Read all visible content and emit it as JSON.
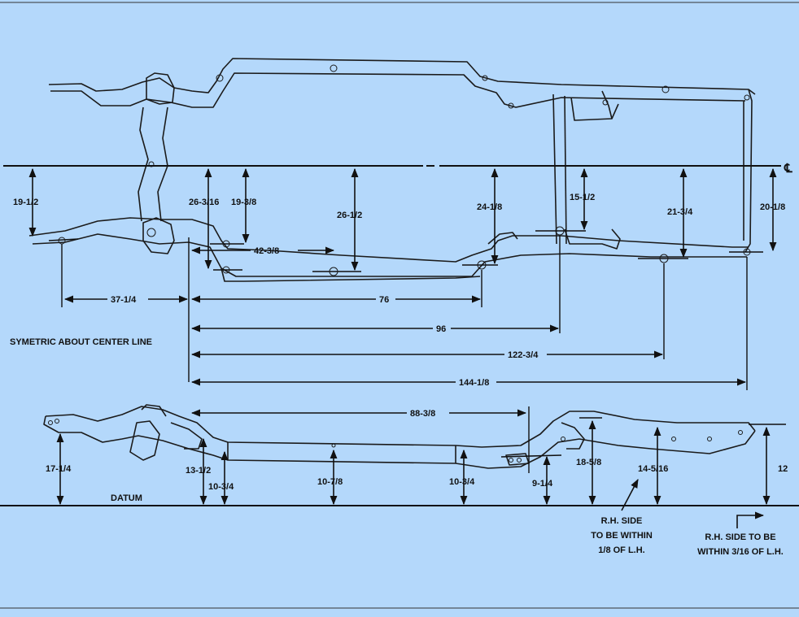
{
  "title": "",
  "centerline_symbol": "℄",
  "datum_label": "DATUM",
  "symmetry_note": "SYMETRIC ABOUT CENTER LINE",
  "notes": {
    "rh_side_1": [
      "R.H. SIDE",
      "TO BE WITHIN",
      "1/8 OF  L.H."
    ],
    "rh_side_2": [
      "R.H. SIDE TO BE",
      "WITHIN 3/16 OF L.H."
    ]
  },
  "plan_view": {
    "vertical_dims": [
      "19-1/2",
      "26-3/16",
      "19-3/8",
      "26-1/2",
      "24-1/8",
      "15-1/2",
      "21-3/4",
      "20-1/8"
    ],
    "horizontal_dims": [
      "42-3/8",
      "37-1/4",
      "76",
      "96",
      "122-3/4",
      "144-1/8"
    ]
  },
  "side_view": {
    "horizontal_dims": [
      "88-3/8"
    ],
    "vertical_dims": [
      "17-1/4",
      "13-1/2",
      "10-3/4",
      "10-7/8",
      "10-3/4",
      "9-1/4",
      "18-5/8",
      "14-5/16",
      "12"
    ]
  },
  "colors": {
    "background": "#b4d8fb",
    "ink": "#111111"
  }
}
